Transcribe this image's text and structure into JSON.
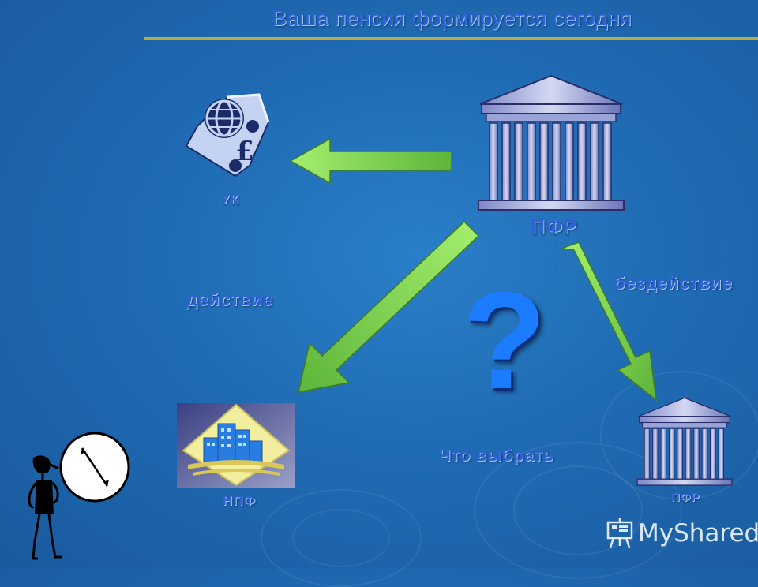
{
  "title": "Ваша пенсия формируется сегодня",
  "nodes": {
    "uk": "УК",
    "pfr_top": "ПФР",
    "npf": "НПФ",
    "pfr_bottom": "ПФР"
  },
  "labels": {
    "action": "действие",
    "inaction": "бездействие",
    "choose": "Что выбрать",
    "question": "?"
  },
  "watermark": "MyShared",
  "colors": {
    "background": "#1f6bb3",
    "label_text": "#2f62d8",
    "arrow_green": "#7dd24a",
    "question_mark": "#1b7cff",
    "title_rule": "#b8ad45"
  },
  "icons": [
    "globe-puzzle-pound-icon",
    "building-columns-icon",
    "city-buildings-icon",
    "clock-icon",
    "stick-figure-icon",
    "presentation-board-icon"
  ]
}
